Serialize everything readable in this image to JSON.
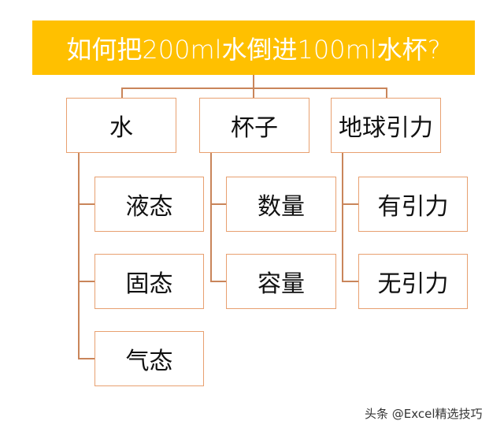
{
  "title": "如何把200ml水倒进100ml水杯?",
  "colors": {
    "title_bg": "#ffc000",
    "title_text": "#ffffff",
    "box_border": "#e8a070",
    "connector": "#c9855a"
  },
  "nodes": [
    {
      "label": "水",
      "children": [
        "液态",
        "固态",
        "气态"
      ]
    },
    {
      "label": "杯子",
      "children": [
        "数量",
        "容量"
      ]
    },
    {
      "label": "地球引力",
      "children": [
        "有引力",
        "无引力"
      ]
    }
  ],
  "watermark": "头条 @Excel精选技巧"
}
